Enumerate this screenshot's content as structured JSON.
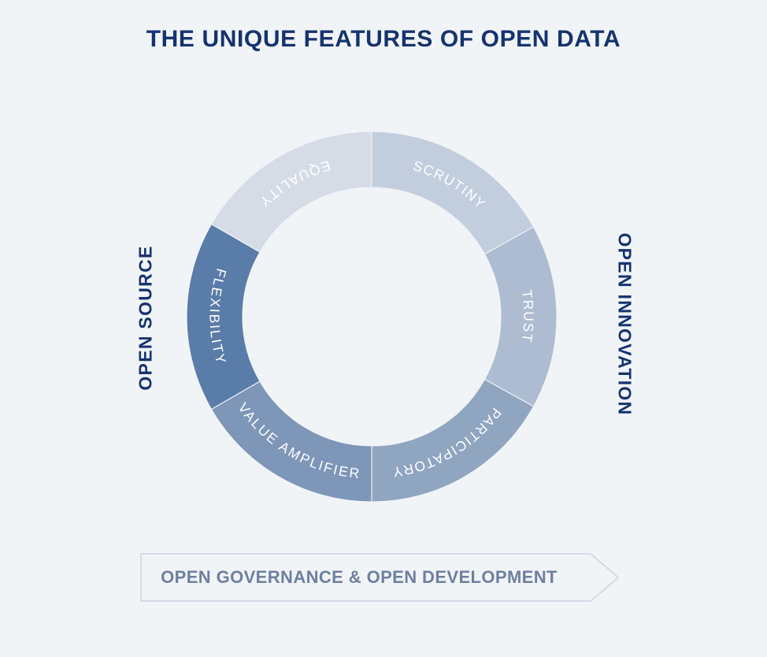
{
  "page": {
    "title": "THE UNIQUE FEATURES OF OPEN DATA",
    "background_color": "#f1f4f7",
    "title_color": "#15336e"
  },
  "side_labels": {
    "left": "OPEN SOURCE",
    "right": "OPEN INNOVATION",
    "color": "#15336e"
  },
  "banner": {
    "label": "OPEN GOVERNANCE & OPEN DEVELOPMENT",
    "text_color": "#6e80a0",
    "border_color": "#c9d2e0",
    "fill_color": "#f1f4f7"
  },
  "chart_data": {
    "type": "pie",
    "variant": "donut",
    "title": "THE UNIQUE FEATURES OF OPEN DATA",
    "center": [
      472,
      402
    ],
    "outer_radius": 235,
    "inner_radius": 164,
    "label_color": "#ffffff",
    "gap_stroke_color": "#f1f4f7",
    "categories": [
      "SCRUTINY",
      "TRUST",
      "PARTICIPATORY",
      "VALUE AMPLIFIER",
      "FLEXIBILITY",
      "EQUALITY"
    ],
    "values": [
      16.7,
      16.7,
      16.7,
      16.7,
      16.7,
      16.7
    ],
    "colors": [
      "#c2cdde",
      "#aebcd2",
      "#8fa5c0",
      "#7e96b8",
      "#5a7ca8",
      "#d6dce6"
    ],
    "segments": [
      {
        "label": "SCRUTINY",
        "color": "#c2cdde",
        "start_angle": 0,
        "end_angle": 61,
        "value": 16.7,
        "group": "OPEN INNOVATION"
      },
      {
        "label": "TRUST",
        "color": "#aebcd2",
        "start_angle": 61,
        "end_angle": 119,
        "value": 16.7,
        "group": "OPEN INNOVATION"
      },
      {
        "label": "PARTICIPATORY",
        "color": "#8fa5c0",
        "start_angle": 119,
        "end_angle": 180,
        "value": 16.7,
        "group": "OPEN INNOVATION"
      },
      {
        "label": "VALUE AMPLIFIER",
        "color": "#7e96b8",
        "start_angle": 180,
        "end_angle": 240,
        "value": 16.7,
        "group": "OPEN SOURCE"
      },
      {
        "label": "FLEXIBILITY",
        "color": "#5a7ca8",
        "start_angle": 240,
        "end_angle": 300,
        "value": 16.7,
        "group": "OPEN SOURCE"
      },
      {
        "label": "EQUALITY",
        "color": "#d6dce6",
        "start_angle": 300,
        "end_angle": 360,
        "value": 16.7,
        "group": "OPEN SOURCE"
      }
    ],
    "legend": "none",
    "grid": false
  }
}
